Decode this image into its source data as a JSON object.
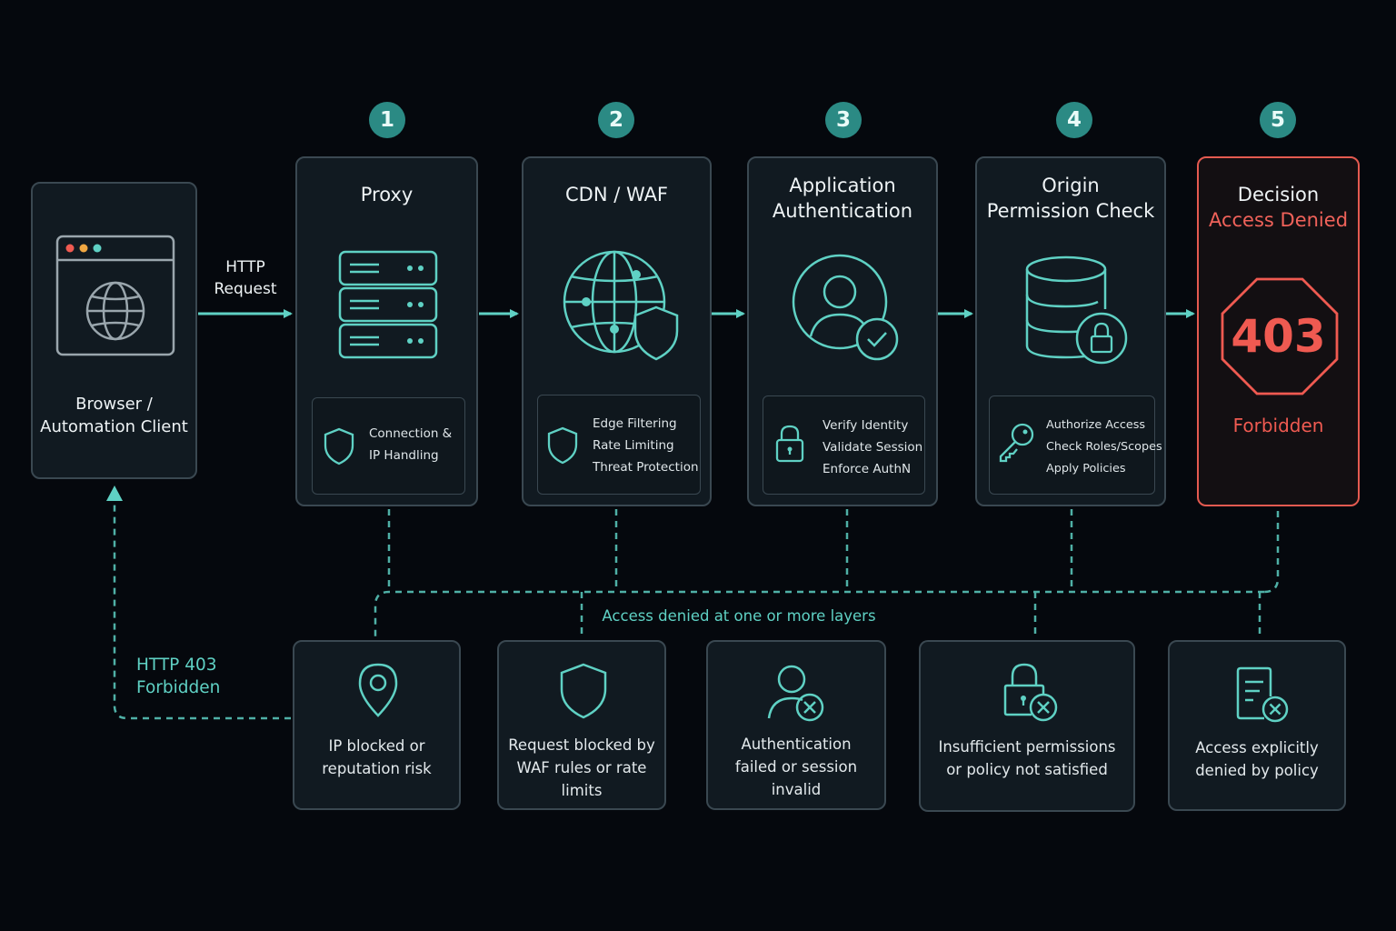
{
  "client": {
    "label_lines": [
      "Browser /",
      "Automation Client"
    ],
    "icon": "browser-globe-icon"
  },
  "request_label_lines": [
    "HTTP",
    "Request"
  ],
  "response_label_lines": [
    "HTTP 403",
    "Forbidden"
  ],
  "stages": [
    {
      "number": "1",
      "title_lines": [
        "Proxy"
      ],
      "icon": "server-stack-icon",
      "detail_icon": "shield-icon",
      "details": [
        "Connection &",
        "IP Handling"
      ]
    },
    {
      "number": "2",
      "title_lines": [
        "CDN / WAF"
      ],
      "icon": "globe-shield-icon",
      "detail_icon": "shield-icon",
      "details": [
        "Edge Filtering",
        "Rate Limiting",
        "Threat Protection"
      ]
    },
    {
      "number": "3",
      "title_lines": [
        "Application",
        "Authentication"
      ],
      "icon": "user-check-icon",
      "detail_icon": "padlock-icon",
      "details": [
        "Verify Identity",
        "Validate Session",
        "Enforce AuthN"
      ]
    },
    {
      "number": "4",
      "title_lines": [
        "Origin",
        "Permission Check"
      ],
      "icon": "database-lock-icon",
      "detail_icon": "key-icon",
      "details": [
        "Authorize Access",
        "Check Roles/Scopes",
        "Apply Policies"
      ]
    }
  ],
  "decision": {
    "number": "5",
    "title": "Decision",
    "subtitle": "Access Denied",
    "code": "403",
    "status": "Forbidden",
    "icon": "stop-octagon-icon"
  },
  "denied_caption": "Access denied at one or more layers",
  "reasons": [
    {
      "icon": "location-pin-icon",
      "lines": [
        "IP blocked or",
        "reputation risk"
      ]
    },
    {
      "icon": "shield-icon",
      "lines": [
        "Request blocked by",
        "WAF rules or rate",
        "limits"
      ]
    },
    {
      "icon": "user-x-icon",
      "lines": [
        "Authentication",
        "failed or session",
        "invalid"
      ]
    },
    {
      "icon": "lock-x-icon",
      "lines": [
        "Insufficient permissions",
        "or policy not satisfied"
      ]
    },
    {
      "icon": "document-x-icon",
      "lines": [
        "Access explicitly",
        "denied by policy"
      ]
    }
  ],
  "colors": {
    "accent": "#5fd1c4",
    "badge": "#2b8a84",
    "danger": "#ef5a51",
    "card_border": "#3a4851",
    "background": "#05080d"
  }
}
